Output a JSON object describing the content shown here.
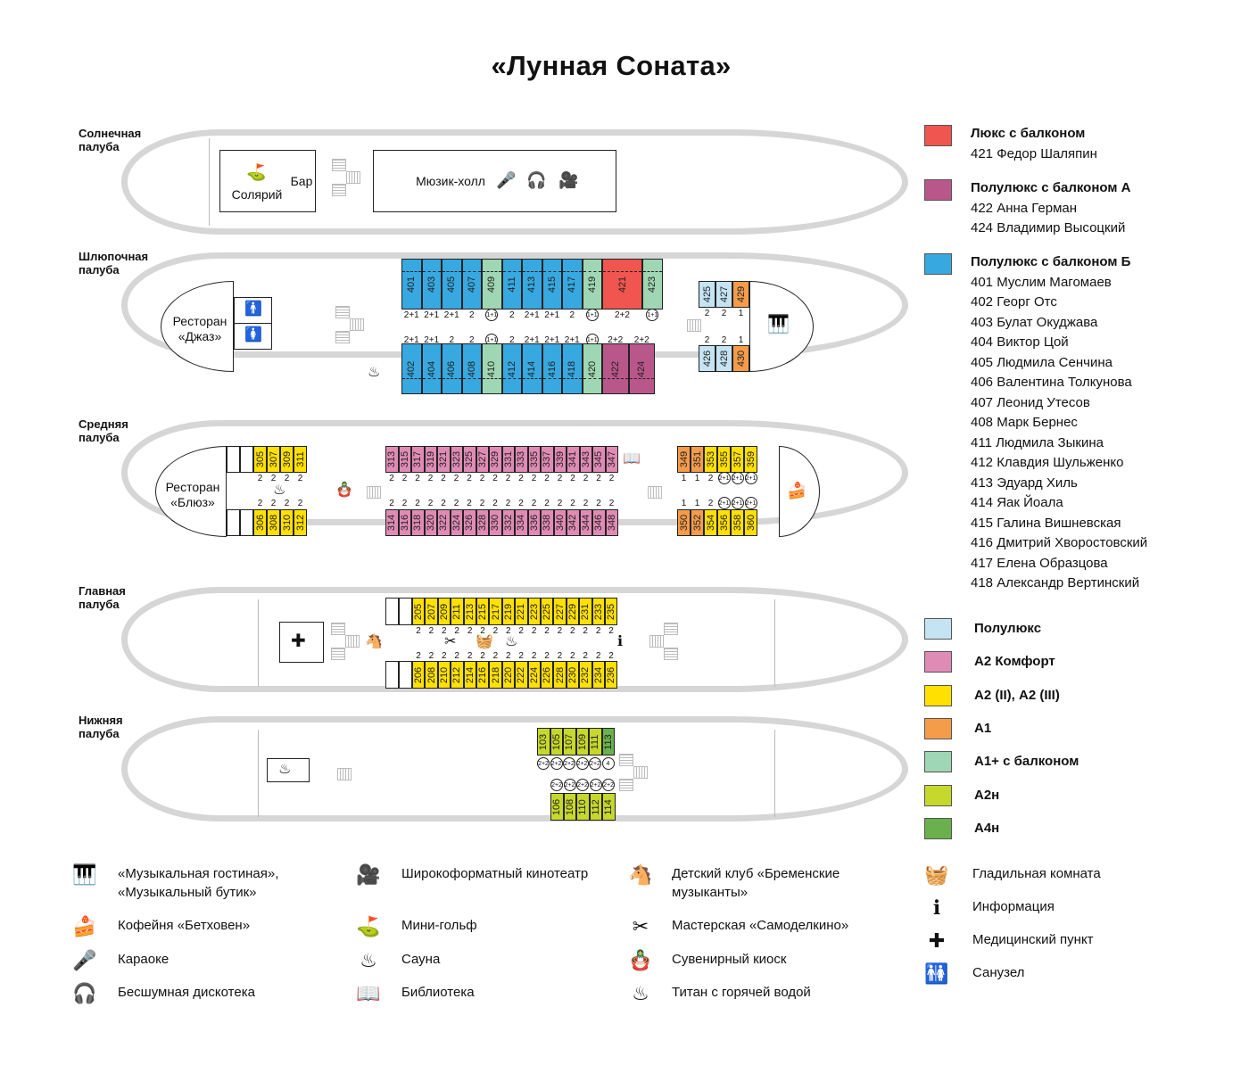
{
  "title": "«Лунная Соната»",
  "colors": {
    "lux_balcony": "#f05550",
    "semilux_balcony_a": "#b9578a",
    "semilux_balcony_b": "#37a8e0",
    "semilux": "#c5e4f3",
    "a2_comfort": "#e08bb5",
    "a2": "#ffe000",
    "a1": "#f59c4a",
    "a1plus_balcony": "#9fd6b3",
    "a2n": "#c6d82b",
    "a4n": "#6ab04c",
    "hull": "#d6d6d6"
  },
  "decks": [
    {
      "id": "sun",
      "label": "Солнечная палуба",
      "rooms": [
        {
          "name": "solarium",
          "label": "Солярий",
          "icon": "minigolf-icon"
        },
        {
          "name": "bar",
          "label": "Бар"
        },
        {
          "name": "music-hall",
          "label": "Мюзик-холл",
          "icons": [
            "karaoke-icon",
            "silent-disco-icon",
            "cinema-icon"
          ]
        }
      ]
    },
    {
      "id": "boat",
      "label": "Шлюпочная палуба",
      "restaurant": "Ресторан «Джаз»",
      "top_row": [
        {
          "n": "401",
          "c": "semilux_balcony_b",
          "b": "2+1"
        },
        {
          "n": "403",
          "c": "semilux_balcony_b",
          "b": "2+1"
        },
        {
          "n": "405",
          "c": "semilux_balcony_b",
          "b": "2+1"
        },
        {
          "n": "407",
          "c": "semilux_balcony_b",
          "b": "2"
        },
        {
          "n": "409",
          "c": "a1plus_balcony",
          "b": "1+1",
          "circle": true
        },
        {
          "n": "411",
          "c": "semilux_balcony_b",
          "b": "2"
        },
        {
          "n": "413",
          "c": "semilux_balcony_b",
          "b": "2+1"
        },
        {
          "n": "415",
          "c": "semilux_balcony_b",
          "b": "2+1"
        },
        {
          "n": "417",
          "c": "semilux_balcony_b",
          "b": "2"
        },
        {
          "n": "419",
          "c": "a1plus_balcony",
          "b": "1+1",
          "circle": true
        },
        {
          "n": "421",
          "c": "lux_balcony",
          "b": "2+2",
          "wide": true
        },
        {
          "n": "423",
          "c": "a1plus_balcony",
          "b": "1+1",
          "circle": true
        }
      ],
      "bottom_row": [
        {
          "n": "402",
          "c": "semilux_balcony_b",
          "b": "2+1"
        },
        {
          "n": "404",
          "c": "semilux_balcony_b",
          "b": "2+1"
        },
        {
          "n": "406",
          "c": "semilux_balcony_b",
          "b": "2"
        },
        {
          "n": "408",
          "c": "semilux_balcony_b",
          "b": "2"
        },
        {
          "n": "410",
          "c": "a1plus_balcony",
          "b": "1+1",
          "circle": true
        },
        {
          "n": "412",
          "c": "semilux_balcony_b",
          "b": "2"
        },
        {
          "n": "414",
          "c": "semilux_balcony_b",
          "b": "2+1"
        },
        {
          "n": "416",
          "c": "semilux_balcony_b",
          "b": "2+1"
        },
        {
          "n": "418",
          "c": "semilux_balcony_b",
          "b": "2+1"
        },
        {
          "n": "420",
          "c": "a1plus_balcony",
          "b": "1+1",
          "circle": true
        },
        {
          "n": "422",
          "c": "semilux_balcony_a",
          "b": "2+2",
          "wide": true
        },
        {
          "n": "424",
          "c": "semilux_balcony_a",
          "b": "2+2",
          "wide": true
        }
      ],
      "stern_top": [
        {
          "n": "425",
          "c": "semilux",
          "b": "2"
        },
        {
          "n": "427",
          "c": "semilux",
          "b": "2"
        },
        {
          "n": "429",
          "c": "a1",
          "b": "1"
        }
      ],
      "stern_bottom": [
        {
          "n": "426",
          "c": "semilux",
          "b": "2"
        },
        {
          "n": "428",
          "c": "semilux",
          "b": "2"
        },
        {
          "n": "430",
          "c": "a1",
          "b": "1"
        }
      ]
    },
    {
      "id": "middle",
      "label": "Средняя палуба",
      "restaurant": "Ресторан «Блюз»",
      "bow_top": [
        {
          "n": "305",
          "c": "a2",
          "b": "2"
        },
        {
          "n": "307",
          "c": "a2",
          "b": "2"
        },
        {
          "n": "309",
          "c": "a2",
          "b": "2"
        },
        {
          "n": "311",
          "c": "a2",
          "b": "2"
        }
      ],
      "bow_bottom": [
        {
          "n": "306",
          "c": "a2",
          "b": "2"
        },
        {
          "n": "308",
          "c": "a2",
          "b": "2"
        },
        {
          "n": "310",
          "c": "a2",
          "b": "2"
        },
        {
          "n": "312",
          "c": "a2",
          "b": "2"
        }
      ],
      "mid_top": [
        "313",
        "315",
        "317",
        "319",
        "321",
        "323",
        "325",
        "327",
        "329",
        "331",
        "333",
        "335",
        "337",
        "339",
        "341",
        "343",
        "345",
        "347"
      ],
      "mid_bottom": [
        "314",
        "316",
        "318",
        "320",
        "322",
        "324",
        "326",
        "328",
        "330",
        "332",
        "334",
        "336",
        "338",
        "340",
        "342",
        "344",
        "346",
        "348"
      ],
      "mid_color": "a2_comfort",
      "mid_berths": "2",
      "stern_top": [
        {
          "n": "349",
          "c": "a1",
          "b": "1"
        },
        {
          "n": "351",
          "c": "a1",
          "b": "1"
        },
        {
          "n": "353",
          "c": "a2",
          "b": "2"
        },
        {
          "n": "355",
          "c": "a2",
          "b": "2+1",
          "circle": true
        },
        {
          "n": "357",
          "c": "a2",
          "b": "2+1",
          "circle": true
        },
        {
          "n": "359",
          "c": "a2",
          "b": "2+1",
          "circle": true
        }
      ],
      "stern_bottom": [
        {
          "n": "350",
          "c": "a1",
          "b": "1"
        },
        {
          "n": "352",
          "c": "a1",
          "b": "1"
        },
        {
          "n": "354",
          "c": "a2",
          "b": "2"
        },
        {
          "n": "356",
          "c": "a2",
          "b": "2+1",
          "circle": true
        },
        {
          "n": "358",
          "c": "a2",
          "b": "2+1",
          "circle": true
        },
        {
          "n": "360",
          "c": "a2",
          "b": "2+1",
          "circle": true
        }
      ]
    },
    {
      "id": "main",
      "label": "Главная палуба",
      "top": [
        "205",
        "207",
        "209",
        "211",
        "213",
        "215",
        "217",
        "219",
        "221",
        "223",
        "225",
        "227",
        "229",
        "231",
        "233",
        "235"
      ],
      "bottom": [
        "206",
        "208",
        "210",
        "212",
        "214",
        "216",
        "218",
        "220",
        "222",
        "224",
        "226",
        "228",
        "230",
        "232",
        "234",
        "236"
      ],
      "color": "a2",
      "berths": "2"
    },
    {
      "id": "lower",
      "label": "Нижняя палуба",
      "top": [
        {
          "n": "103",
          "c": "a2n",
          "b": "2+2"
        },
        {
          "n": "105",
          "c": "a2n",
          "b": "2+2"
        },
        {
          "n": "107",
          "c": "a2n",
          "b": "2+2"
        },
        {
          "n": "109",
          "c": "a2n",
          "b": "2+2"
        },
        {
          "n": "111",
          "c": "a2n",
          "b": "2+2"
        },
        {
          "n": "113",
          "c": "a4n",
          "b": "4"
        }
      ],
      "bottom": [
        {
          "n": "106",
          "c": "a2n",
          "b": "2+2"
        },
        {
          "n": "108",
          "c": "a2n",
          "b": "2+2"
        },
        {
          "n": "110",
          "c": "a2n",
          "b": "2+2"
        },
        {
          "n": "112",
          "c": "a2n",
          "b": "2+2"
        },
        {
          "n": "114",
          "c": "a2n",
          "b": "2+2"
        }
      ]
    }
  ],
  "legend": {
    "named_categories": [
      {
        "color": "lux_balcony",
        "title": "Люкс с балконом",
        "cabins": [
          [
            "421",
            "Федор Шаляпин"
          ]
        ]
      },
      {
        "color": "semilux_balcony_a",
        "title": "Полулюкс с балконом А",
        "cabins": [
          [
            "422",
            "Анна Герман"
          ],
          [
            "424",
            "Владимир Высоцкий"
          ]
        ]
      },
      {
        "color": "semilux_balcony_b",
        "title": "Полулюкс с балконом Б",
        "cabins": [
          [
            "401",
            "Муслим Магомаев"
          ],
          [
            "402",
            "Георг Отс"
          ],
          [
            "403",
            "Булат Окуджава"
          ],
          [
            "404",
            "Виктор Цой"
          ],
          [
            "405",
            "Людмила Сенчина"
          ],
          [
            "406",
            "Валентина Толкунова"
          ],
          [
            "407",
            "Леонид Утесов"
          ],
          [
            "408",
            "Марк Бернес"
          ],
          [
            "411",
            "Людмила Зыкина"
          ],
          [
            "412",
            "Клавдия Шульженко"
          ],
          [
            "413",
            "Эдуард Хиль"
          ],
          [
            "414",
            "Яак Йоала"
          ],
          [
            "415",
            "Галина Вишневская"
          ],
          [
            "416",
            "Дмитрий Хворостовский"
          ],
          [
            "417",
            "Елена Образцова"
          ],
          [
            "418",
            "Александр Вертинский"
          ]
        ]
      }
    ],
    "simple_categories": [
      {
        "color": "semilux",
        "label": "Полулюкс"
      },
      {
        "color": "a2_comfort",
        "label": "А2 Комфорт"
      },
      {
        "color": "a2",
        "label": "А2 (II), А2 (III)"
      },
      {
        "color": "a1",
        "label": "А1"
      },
      {
        "color": "a1plus_balcony",
        "label": "А1+ с балконом"
      },
      {
        "color": "a2n",
        "label": "А2н"
      },
      {
        "color": "a4n",
        "label": "А4н"
      }
    ]
  },
  "facilities": [
    {
      "icon": "piano-icon",
      "glyph": "🎹",
      "label": "«Музыкальная гостиная», «Музыкальный бутик»"
    },
    {
      "icon": "cake-icon",
      "glyph": "🍰",
      "label": "Кофейня «Бетховен»"
    },
    {
      "icon": "karaoke-icon",
      "glyph": "🎤",
      "label": "Караоке"
    },
    {
      "icon": "silent-disco-icon",
      "glyph": "🎧",
      "label": "Бесшумная дискотека"
    },
    {
      "icon": "cinema-icon",
      "glyph": "🎥",
      "label": "Широкоформатный кинотеатр"
    },
    {
      "icon": "minigolf-icon",
      "glyph": "⛳",
      "label": "Мини-гольф"
    },
    {
      "icon": "sauna-icon",
      "glyph": "♨",
      "label": "Сауна"
    },
    {
      "icon": "library-icon",
      "glyph": "📖",
      "label": "Библиотека"
    },
    {
      "icon": "rocking-horse-icon",
      "glyph": "🐴",
      "label": "Детский клуб «Бременские музыканты»"
    },
    {
      "icon": "workshop-icon",
      "glyph": "✂",
      "label": "Мастерская «Самоделкино»"
    },
    {
      "icon": "matryoshka-icon",
      "glyph": "🪆",
      "label": "Сувенирный киоск"
    },
    {
      "icon": "samovar-icon",
      "glyph": "♨",
      "label": "Титан с горячей водой"
    },
    {
      "icon": "iron-icon",
      "glyph": "🧺",
      "label": "Гладильная комната"
    },
    {
      "icon": "info-icon",
      "glyph": "ℹ",
      "label": "Информация"
    },
    {
      "icon": "medical-icon",
      "glyph": "✚",
      "label": "Медицинский пункт"
    },
    {
      "icon": "restroom-icon",
      "glyph": "🚻",
      "label": "Санузел"
    }
  ]
}
